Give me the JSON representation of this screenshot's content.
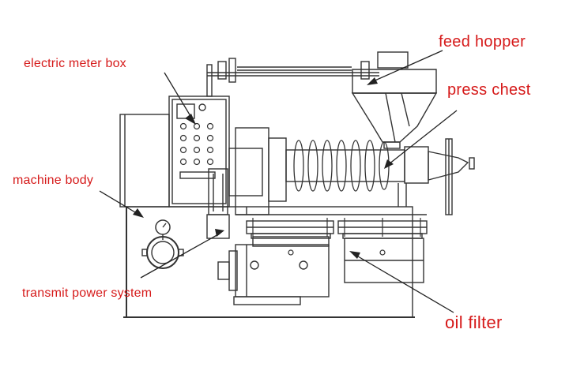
{
  "labels": {
    "electric_meter_box": "electric meter box",
    "machine_body": "machine body",
    "transmit_power_system": "transmit power system",
    "feed_hopper": "feed hopper",
    "press_chest": "press chest",
    "oil_filter": "oil filter"
  },
  "colors": {
    "label_red": "#d61a1a",
    "line_art": "#333333",
    "background": "#ffffff"
  }
}
